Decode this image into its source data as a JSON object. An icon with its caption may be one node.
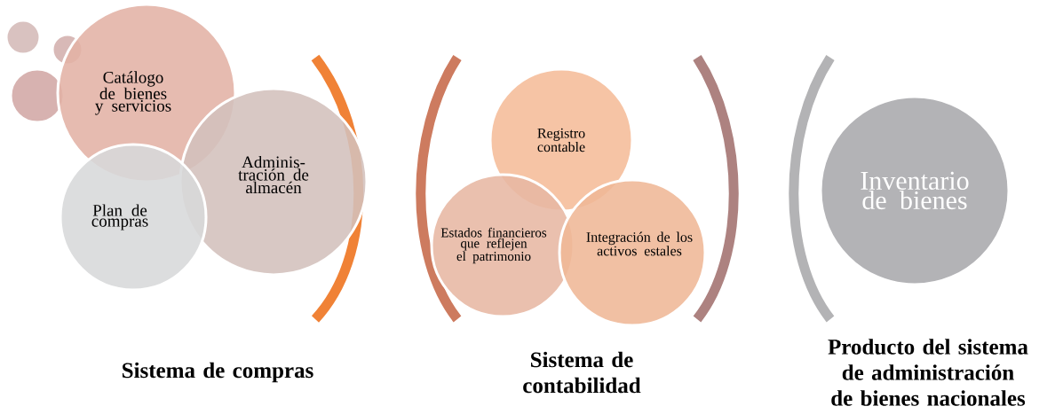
{
  "diagram": {
    "nodes": [
      {
        "text": [],
        "shape": "circle"
      },
      {
        "text": [],
        "shape": "circle"
      },
      {
        "text": [],
        "shape": "circle"
      },
      {
        "text": [
          "Catálogo de bienes y servicios"
        ]
      },
      {
        "text": [
          "Plan de compras"
        ]
      },
      {
        "text": [
          "Adminis- tración de almacén"
        ]
      },
      {
        "text": [
          "Registro contable"
        ]
      },
      {
        "text": [
          "Estados financieros que reflejen el patrimonio"
        ]
      },
      {
        "text": [
          "Integración de los activos estales"
        ]
      },
      {
        "text": [
          "Inventario de bienes"
        ]
      }
    ],
    "edges": [],
    "labels": [
      "Sistema de compras",
      "Sistema de contabilidad",
      "Producto del sistema de administración de bienes nacionales"
    ]
  }
}
